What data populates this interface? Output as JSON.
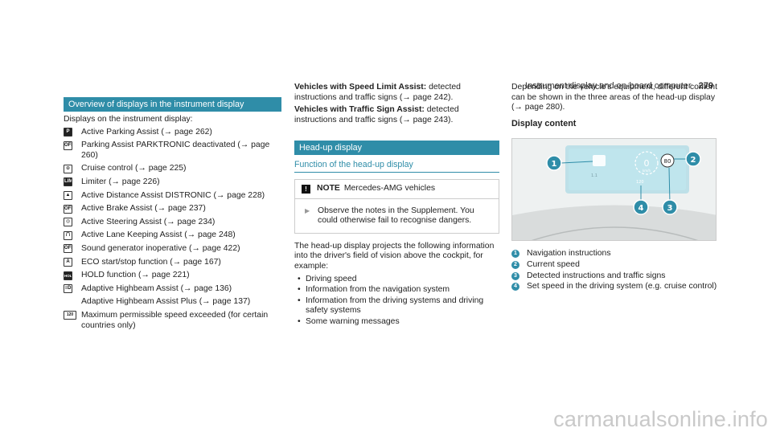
{
  "header": {
    "title": "Instrument display and on-board computer",
    "page_number": "279"
  },
  "col1": {
    "section_title": "Overview of displays in the instrument display",
    "intro": "Displays on the instrument display:",
    "rows": [
      {
        "icon": "P",
        "icon_name": "parking-assist-icon",
        "text": "Active Parking Assist (→ page 262)"
      },
      {
        "icon": "OFF",
        "icon_name": "parktronic-off-icon",
        "text": "Parking Assist PARKTRONIC deactivated (→ page 260)"
      },
      {
        "icon": "⊙",
        "icon_name": "cruise-control-icon",
        "text": "Cruise control (→ page 225)"
      },
      {
        "icon": "LIM",
        "icon_name": "limiter-icon",
        "text": "Limiter (→ page 226)"
      },
      {
        "icon": "▲",
        "icon_name": "distronic-icon",
        "text": "Active Distance Assist DISTRONIC (→ page 228)"
      },
      {
        "icon": "OFF",
        "icon_name": "brake-assist-icon",
        "text": "Active Brake Assist (→ page 237)"
      },
      {
        "icon": "◎",
        "icon_name": "steering-assist-icon",
        "text": "Active Steering Assist (→ page 234)"
      },
      {
        "icon": "/‾\\",
        "icon_name": "lane-keeping-icon",
        "text": "Active Lane Keeping Assist (→ page 248)"
      },
      {
        "icon": "OFF",
        "icon_name": "sound-generator-off-icon",
        "text": "Sound generator inoperative (→ page 422)"
      },
      {
        "icon": "A",
        "icon_name": "eco-start-stop-icon",
        "text": "ECO start/stop function (→ page 167)"
      },
      {
        "icon": "HOLD",
        "icon_name": "hold-icon",
        "text": "HOLD function (→ page 221)"
      },
      {
        "icon": "≡D",
        "icon_name": "highbeam-assist-icon",
        "text": "Adaptive Highbeam Assist (→ page 136)"
      },
      {
        "icon": "",
        "icon_name": "",
        "text": "Adaptive Highbeam Assist Plus (→ page 137)"
      },
      {
        "icon": "120",
        "icon_name": "max-speed-icon",
        "text": "Maximum permissible speed exceeded (for certain countries only)"
      }
    ]
  },
  "col2": {
    "p1_bold": "Vehicles with Speed Limit Assist:",
    "p1_text": " detected instructions and traffic signs (→ page 242).",
    "p2_bold": "Vehicles with Traffic Sign Assist:",
    "p2_text": " detected instructions and traffic signs (→ page 243).",
    "section_title": "Head-up display",
    "subhead": "Function of the head-up display",
    "note_label": "NOTE",
    "note_title": "Mercedes-AMG vehicles",
    "note_text": "Observe the notes in the Supplement. You could otherwise fail to recognise dangers.",
    "body": "The head-up display projects the following information into the driver's field of vision above the cockpit, for example:",
    "bullets": [
      "Driving speed",
      "Information from the navigation system",
      "Information from the driving systems and driving safety systems",
      "Some warning messages"
    ]
  },
  "col3": {
    "intro": "Depending on the vehicle's equipment, different content can be shown in the three areas of the head-up display (→ page 280).",
    "subhead": "Display content",
    "figure": {
      "speed_value": "0",
      "speed_unit": "km/h",
      "sign_value": "80",
      "set_speed_value": "120"
    },
    "legend": [
      {
        "n": "1",
        "text": "Navigation instructions"
      },
      {
        "n": "2",
        "text": "Current speed"
      },
      {
        "n": "3",
        "text": "Detected instructions and traffic signs"
      },
      {
        "n": "4",
        "text": "Set speed in the driving system (e.g. cruise control)"
      }
    ]
  },
  "watermark": "carmanualsonline.info",
  "colors": {
    "accent": "#2f8da8"
  }
}
